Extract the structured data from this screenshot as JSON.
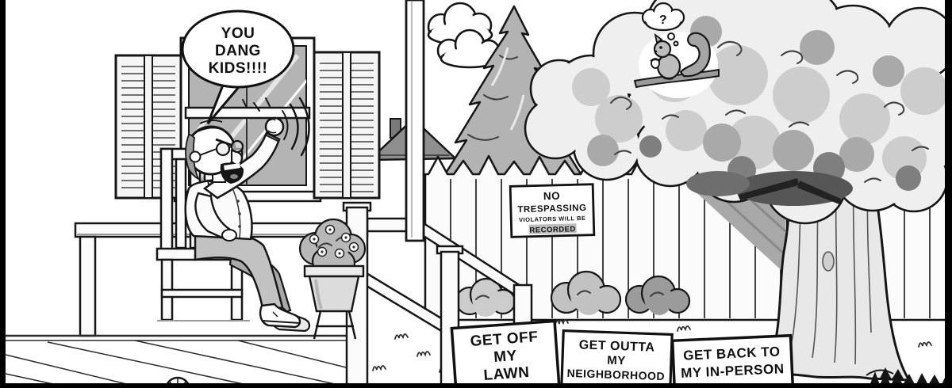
{
  "speech_bubble": {
    "line1": "YOU",
    "line2": "DANG",
    "line3": "KIDS!!!!"
  },
  "thought_bubble": {
    "symbol": "?"
  },
  "fence_sign": {
    "line1": "NO",
    "line2": "TRESPASSING",
    "line3": "VIOLATORS WILL BE",
    "line4": "RECORDED"
  },
  "yard_signs": {
    "lawn": {
      "line1": "GET OFF",
      "line2": "MY",
      "line3": "LAWN"
    },
    "neighborhood": {
      "line1": "GET OUTTA",
      "line2": "MY",
      "line3": "NEIGHBORHOOD"
    },
    "in_person": {
      "line1": "GET BACK TO",
      "line2": "MY IN-PERSON"
    }
  },
  "colors": {
    "ink": "#161616",
    "paper": "#ffffff",
    "gray_light": "#d9d9d9",
    "gray_mid": "#a8a8a8",
    "gray_dark": "#565656"
  }
}
